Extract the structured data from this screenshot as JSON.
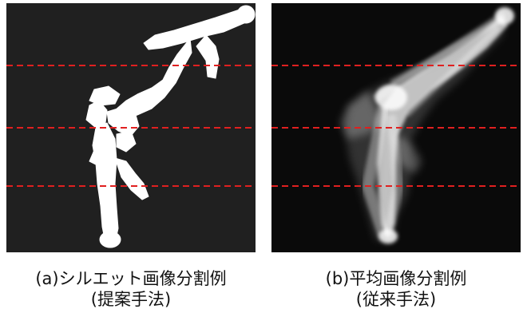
{
  "figures": [
    {
      "caption_line1": "(a)シルエット画像分割例",
      "caption_line2": "(提案手法)"
    },
    {
      "caption_line1": "(b)平均画像分割例",
      "caption_line2": "(従来手法)"
    }
  ],
  "colors": {
    "divider": "#e02020",
    "silhouette": "#ffffff",
    "panel_a_bg": "#202020",
    "panel_b_bg": "#0a0a0a"
  },
  "divider_count": 3
}
